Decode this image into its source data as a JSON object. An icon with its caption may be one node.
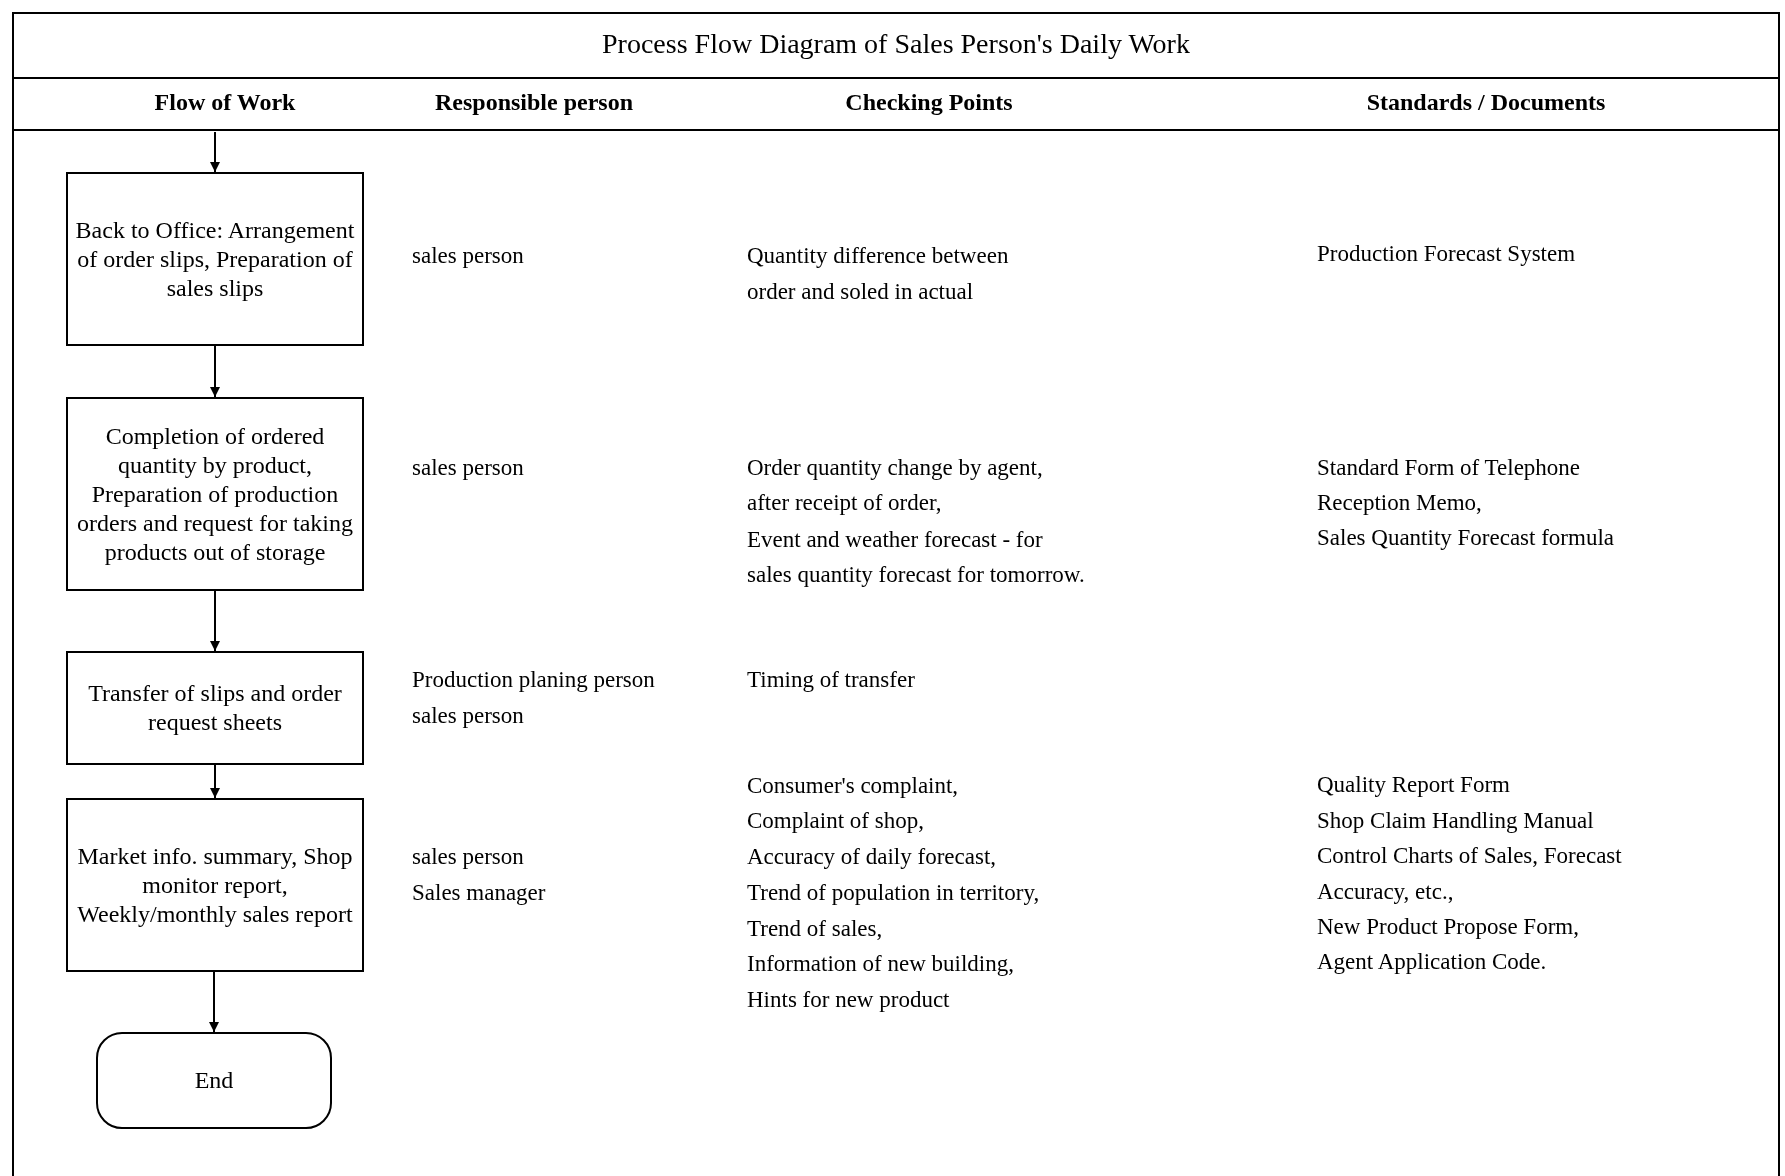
{
  "diagram": {
    "title": "Process Flow Diagram of Sales Person's Daily Work",
    "nodes": [
      {
        "text": [
          "Back to Office: Arrangement of order slips, Preparation of sales slips"
        ]
      },
      {
        "text": [
          "Completion of ordered quantity by product, Preparation of production orders and request for taking products out of storage"
        ]
      },
      {
        "text": [
          "Transfer of slips and order request sheets"
        ]
      },
      {
        "text": [
          "Market info. summary, Shop monitor report, Weekly/monthly sales report"
        ]
      },
      {
        "text": [
          "End"
        ]
      }
    ],
    "edges": [
      {
        "from": null,
        "to": 0,
        "arrow": "to"
      },
      {
        "from": 0,
        "to": 1,
        "arrow": "to"
      },
      {
        "from": 1,
        "to": 2,
        "arrow": "to"
      },
      {
        "from": 2,
        "to": 3,
        "arrow": "to"
      },
      {
        "from": 3,
        "to": 4,
        "arrow": "to"
      }
    ],
    "labels": [
      "Flow of Work",
      "Responsible person",
      "Checking Points",
      "Standards / Documents",
      "sales person",
      "Quantity difference between",
      "order and soled in actual",
      "Production Forecast System",
      "sales person",
      "Order quantity change by agent,",
      "after receipt of order,",
      "Event and weather forecast - for",
      "sales quantity forecast for tomorrow.",
      "Standard Form of Telephone",
      "Reception Memo,",
      "Sales Quantity Forecast formula",
      "Production planing person",
      "Timing of transfer",
      "sales person",
      "Consumer's complaint,",
      "Quality Report Form",
      "Complaint of shop,",
      "Shop Claim Handling Manual",
      "sales person",
      "Accuracy of daily forecast,",
      "Control Charts of Sales, Forecast",
      "Sales manager",
      "Trend of population in territory,",
      "Accuracy, etc.,",
      "Trend of sales,",
      "New Product Propose Form,",
      "Information of new building,",
      "Agent Application Code.",
      "Hints for new product"
    ]
  }
}
